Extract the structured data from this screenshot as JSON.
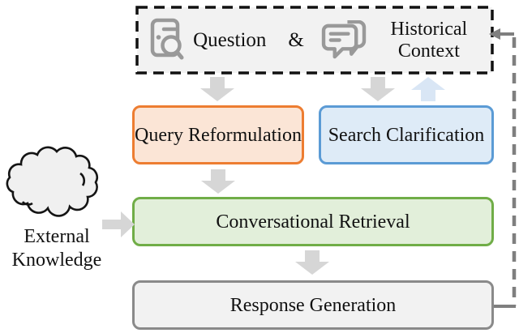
{
  "figure": {
    "input_box": {
      "question": "Question",
      "ampersand": "&",
      "historical_context": "Historical Context"
    },
    "modules": {
      "query_reformulation": "Query Reformulation",
      "search_clarification": "Search Clarification",
      "conversational_retrieval": "Conversational Retrieval",
      "response_generation": "Response Generation"
    },
    "external_knowledge": "External Knowledge"
  },
  "icons": {
    "question_icon": "document-search-icon",
    "historical_icon": "chat-bubbles-icon",
    "external_shape": "cloud-shape"
  },
  "colors": {
    "orange_border": "#ED7D31",
    "orange_fill": "#FBE5D6",
    "blue_border": "#5B9BD5",
    "blue_fill": "#DEEBF7",
    "green_border": "#70AD47",
    "green_fill": "#E2EFDA",
    "gray_border": "#8A8A8A",
    "gray_fill": "#F2F2F2",
    "dashed_box_fill": "#F2F2F2",
    "dashed_box_border": "#111111",
    "arrow_gray": "#D6D6D6",
    "arrow_blue": "#D9E6F5",
    "feedback_line": "#7F7F7F",
    "icon_gray": "#999999"
  }
}
